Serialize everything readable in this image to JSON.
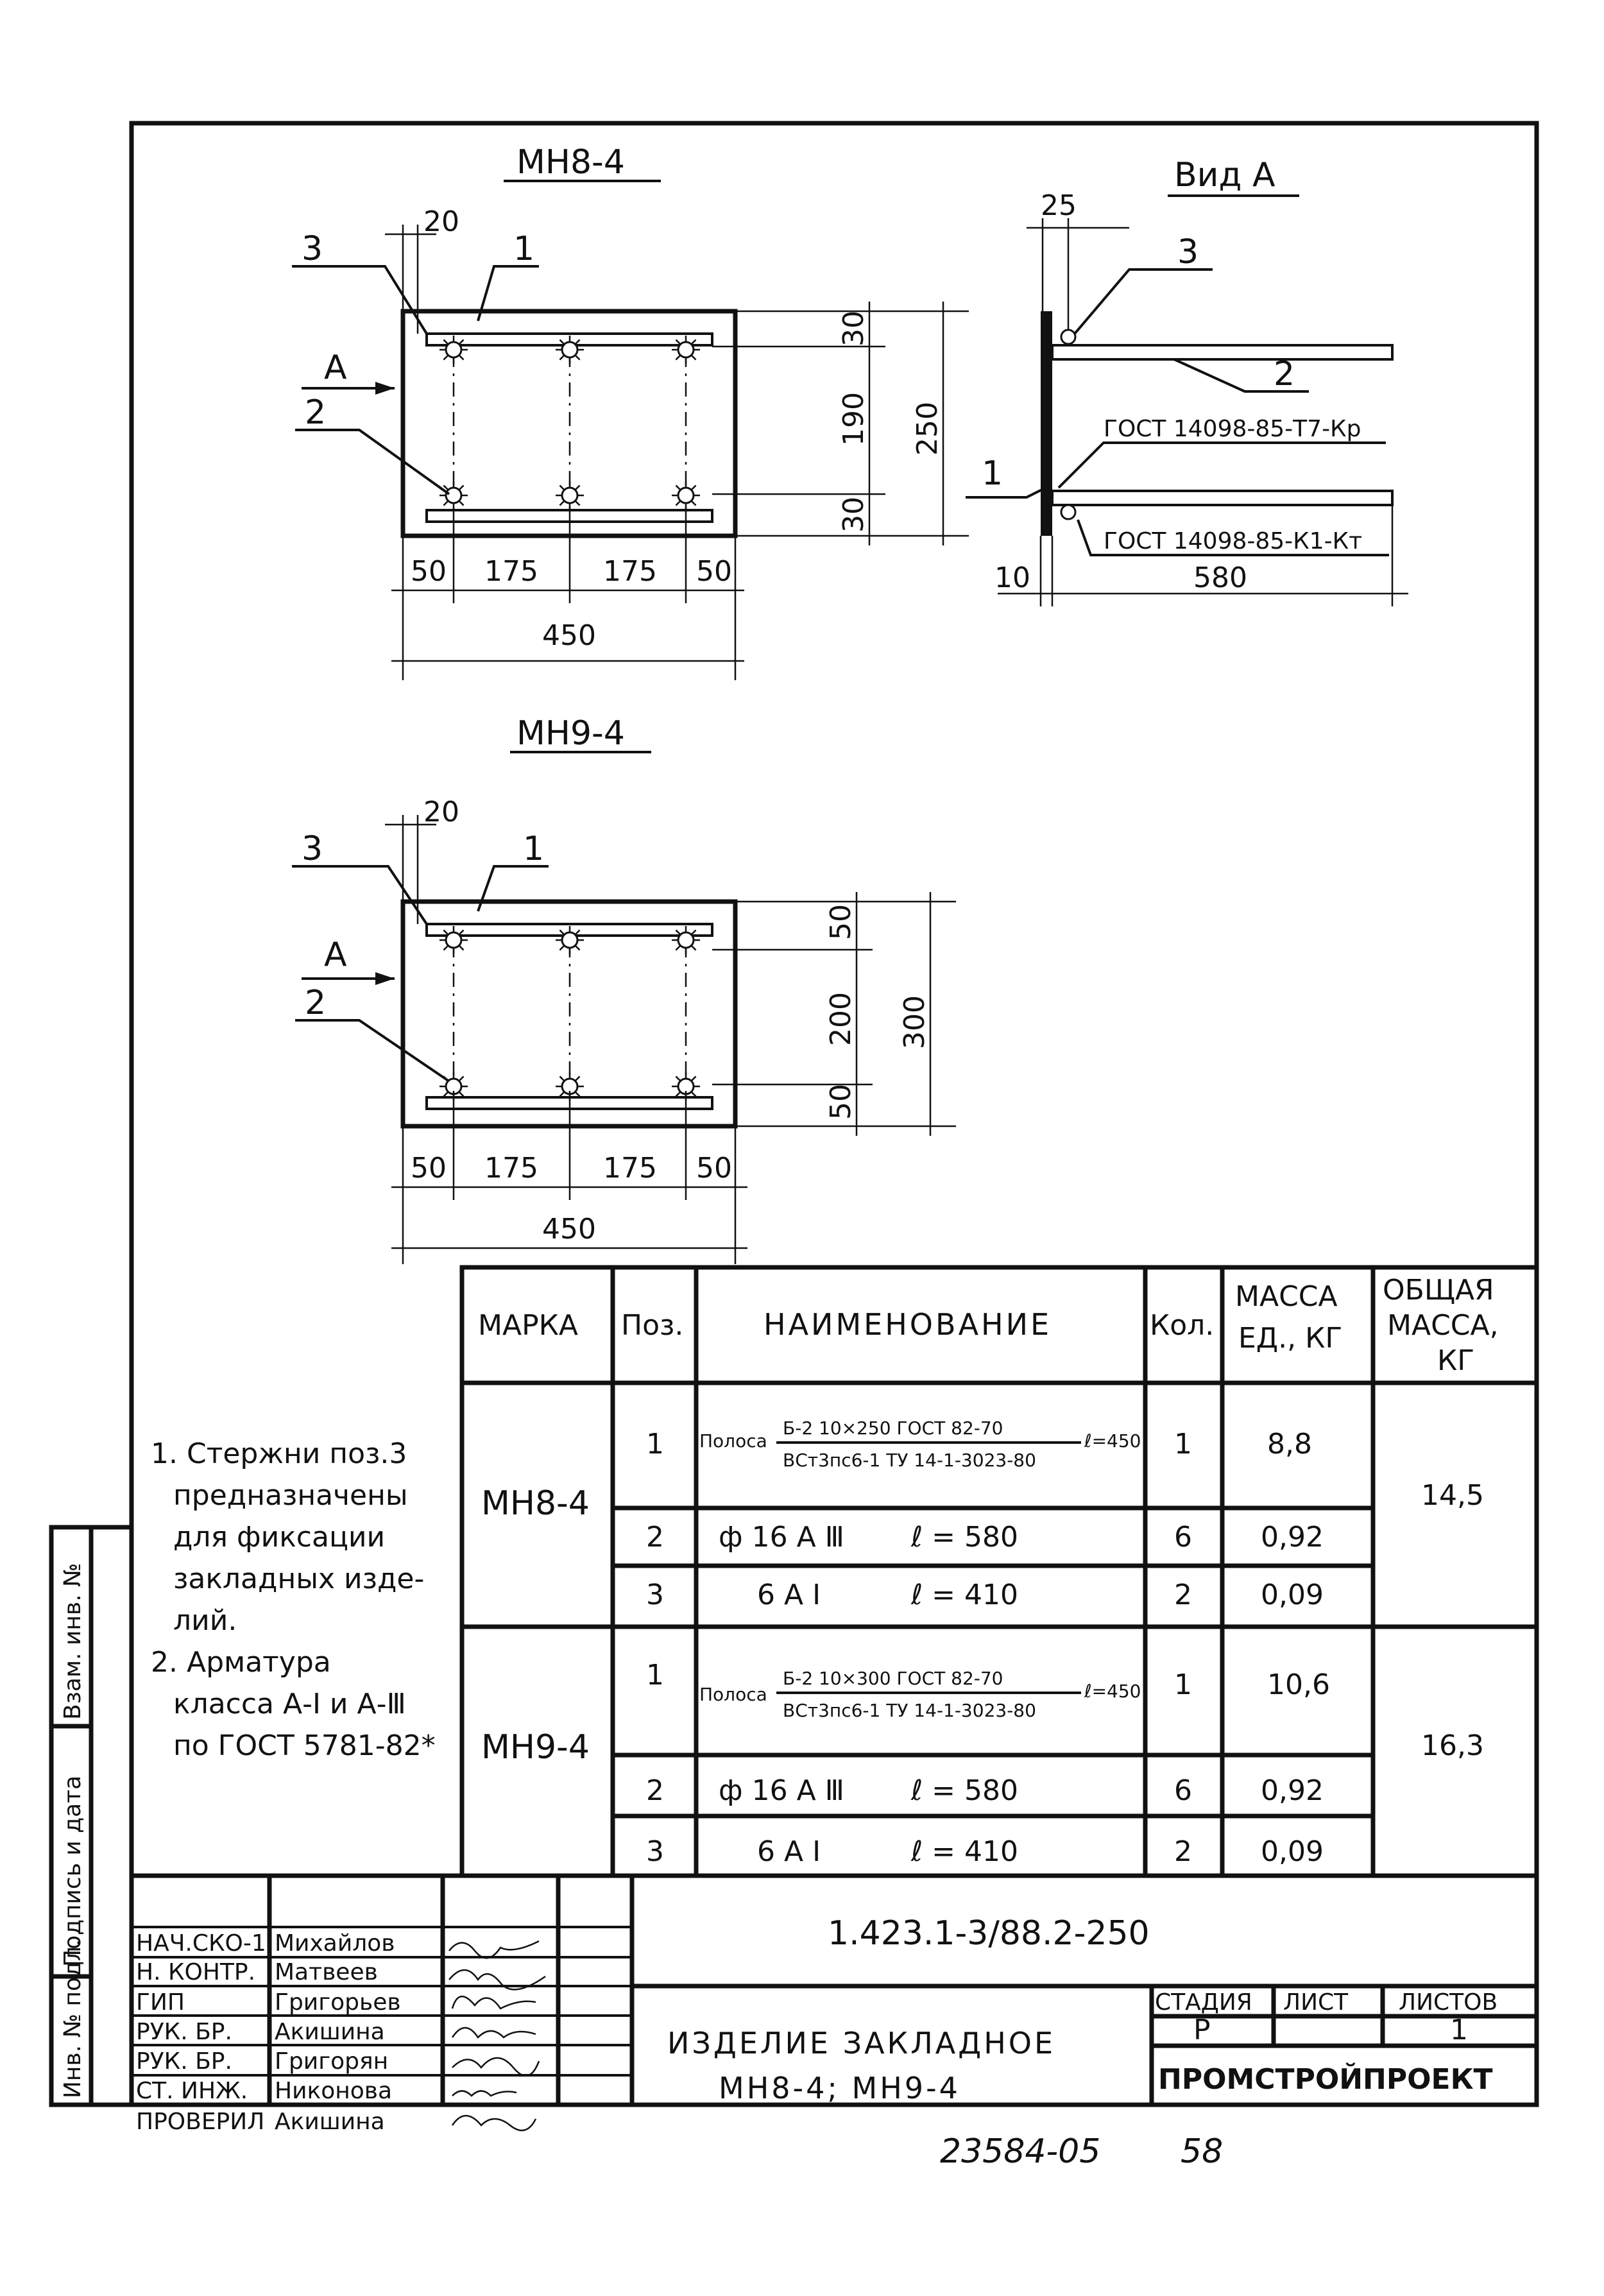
{
  "views": {
    "mn8_title": "МН8-4",
    "mn9_title": "МН9-4",
    "vid_title": "Вид А",
    "arrow_label": "А",
    "pos1": "1",
    "pos2": "2",
    "pos3": "3",
    "mn8_dims": {
      "d20": "20",
      "d30a": "30",
      "d190": "190",
      "d30b": "30",
      "d250": "250",
      "d50a": "50",
      "d175a": "175",
      "d175b": "175",
      "d50b": "50",
      "d450": "450"
    },
    "mn9_dims": {
      "d20": "20",
      "d50a": "50",
      "d200": "200",
      "d50b": "50",
      "d300": "300",
      "d50c": "50",
      "d175a": "175",
      "d175b": "175",
      "d50d": "50",
      "d450": "450"
    },
    "vid_dims": {
      "d25": "25",
      "d10": "10",
      "d580": "580"
    },
    "weld_top": "ГОСТ 14098-85-Т7-Кр",
    "weld_bottom": "ГОСТ 14098-85-К1-Кт"
  },
  "notes": [
    "1. Стержни поз.3",
    "предназначены",
    "для фиксации",
    "закладных изде-",
    "лий.",
    "2. Арматура",
    "класса А-Ⅰ и А-Ⅲ",
    "по ГОСТ 5781-82*"
  ],
  "spec": {
    "headers": {
      "mark": "МАРКА",
      "pos": "Поз.",
      "name": "НАИМЕНОВАНИЕ",
      "qty": "Кол.",
      "mass_unit_1": "МАССА",
      "mass_unit_2": "ЕД., КГ",
      "mass_total_1": "ОБЩАЯ",
      "mass_total_2": "МАССА,",
      "mass_total_3": "КГ"
    },
    "groups": [
      {
        "mark": "МН8-4",
        "total": "14,5",
        "rows": [
          {
            "pos": "1",
            "prefix": "Полоса",
            "num": "Б-2 10×250 ГОСТ 82-70",
            "den": "ВСт3пс6-1 ТУ 14-1-3023-80",
            "suffix": "ℓ=450",
            "qty": "1",
            "mass": "8,8"
          },
          {
            "pos": "2",
            "name": "ф 16 А Ⅲ",
            "len": "ℓ = 580",
            "qty": "6",
            "mass": "0,92"
          },
          {
            "pos": "3",
            "name": "6 А Ⅰ",
            "len": "ℓ = 410",
            "qty": "2",
            "mass": "0,09"
          }
        ]
      },
      {
        "mark": "МН9-4",
        "total": "16,3",
        "rows": [
          {
            "pos": "1",
            "prefix": "Полоса",
            "num": "Б-2 10×300 ГОСТ 82-70",
            "den": "ВСт3пс6-1 ТУ 14-1-3023-80",
            "suffix": "ℓ=450",
            "qty": "1",
            "mass": "10,6"
          },
          {
            "pos": "2",
            "name": "ф 16 А Ⅲ",
            "len": "ℓ = 580",
            "qty": "6",
            "mass": "0,92"
          },
          {
            "pos": "3",
            "name": "6 А Ⅰ",
            "len": "ℓ = 410",
            "qty": "2",
            "mass": "0,09"
          }
        ]
      }
    ]
  },
  "side_stamp": {
    "col1": "Инв. № подл.",
    "col2": "Подпись и дата",
    "col3": "Взам. инв. №"
  },
  "title_block": {
    "code": "1.423.1-3/88.2-250",
    "title_line1": "ИЗДЕЛИЕ ЗАКЛАДНОЕ",
    "title_line2": "МН8-4; МН9-4",
    "stage_label": "СТАДИЯ",
    "sheet_label": "ЛИСТ",
    "sheets_label": "ЛИСТОВ",
    "stage": "Р",
    "sheet": "",
    "sheets": "1",
    "org": "ПРОМСТРОЙПРОЕКТ",
    "people": [
      {
        "role": "НАЧ.СКО-1",
        "name": "Михайлов"
      },
      {
        "role": "Н. КОНТР.",
        "name": "Матвеев"
      },
      {
        "role": "ГИП",
        "name": "Григорьев"
      },
      {
        "role": "РУК. БР.",
        "name": "Акишина"
      },
      {
        "role": "РУК. БР.",
        "name": "Григорян"
      },
      {
        "role": "СТ. ИНЖ.",
        "name": "Никонова"
      },
      {
        "role": "ПРОВЕРИЛ",
        "name": "Акишина"
      }
    ]
  },
  "footer": {
    "doc_no": "23584-05",
    "page": "58"
  }
}
